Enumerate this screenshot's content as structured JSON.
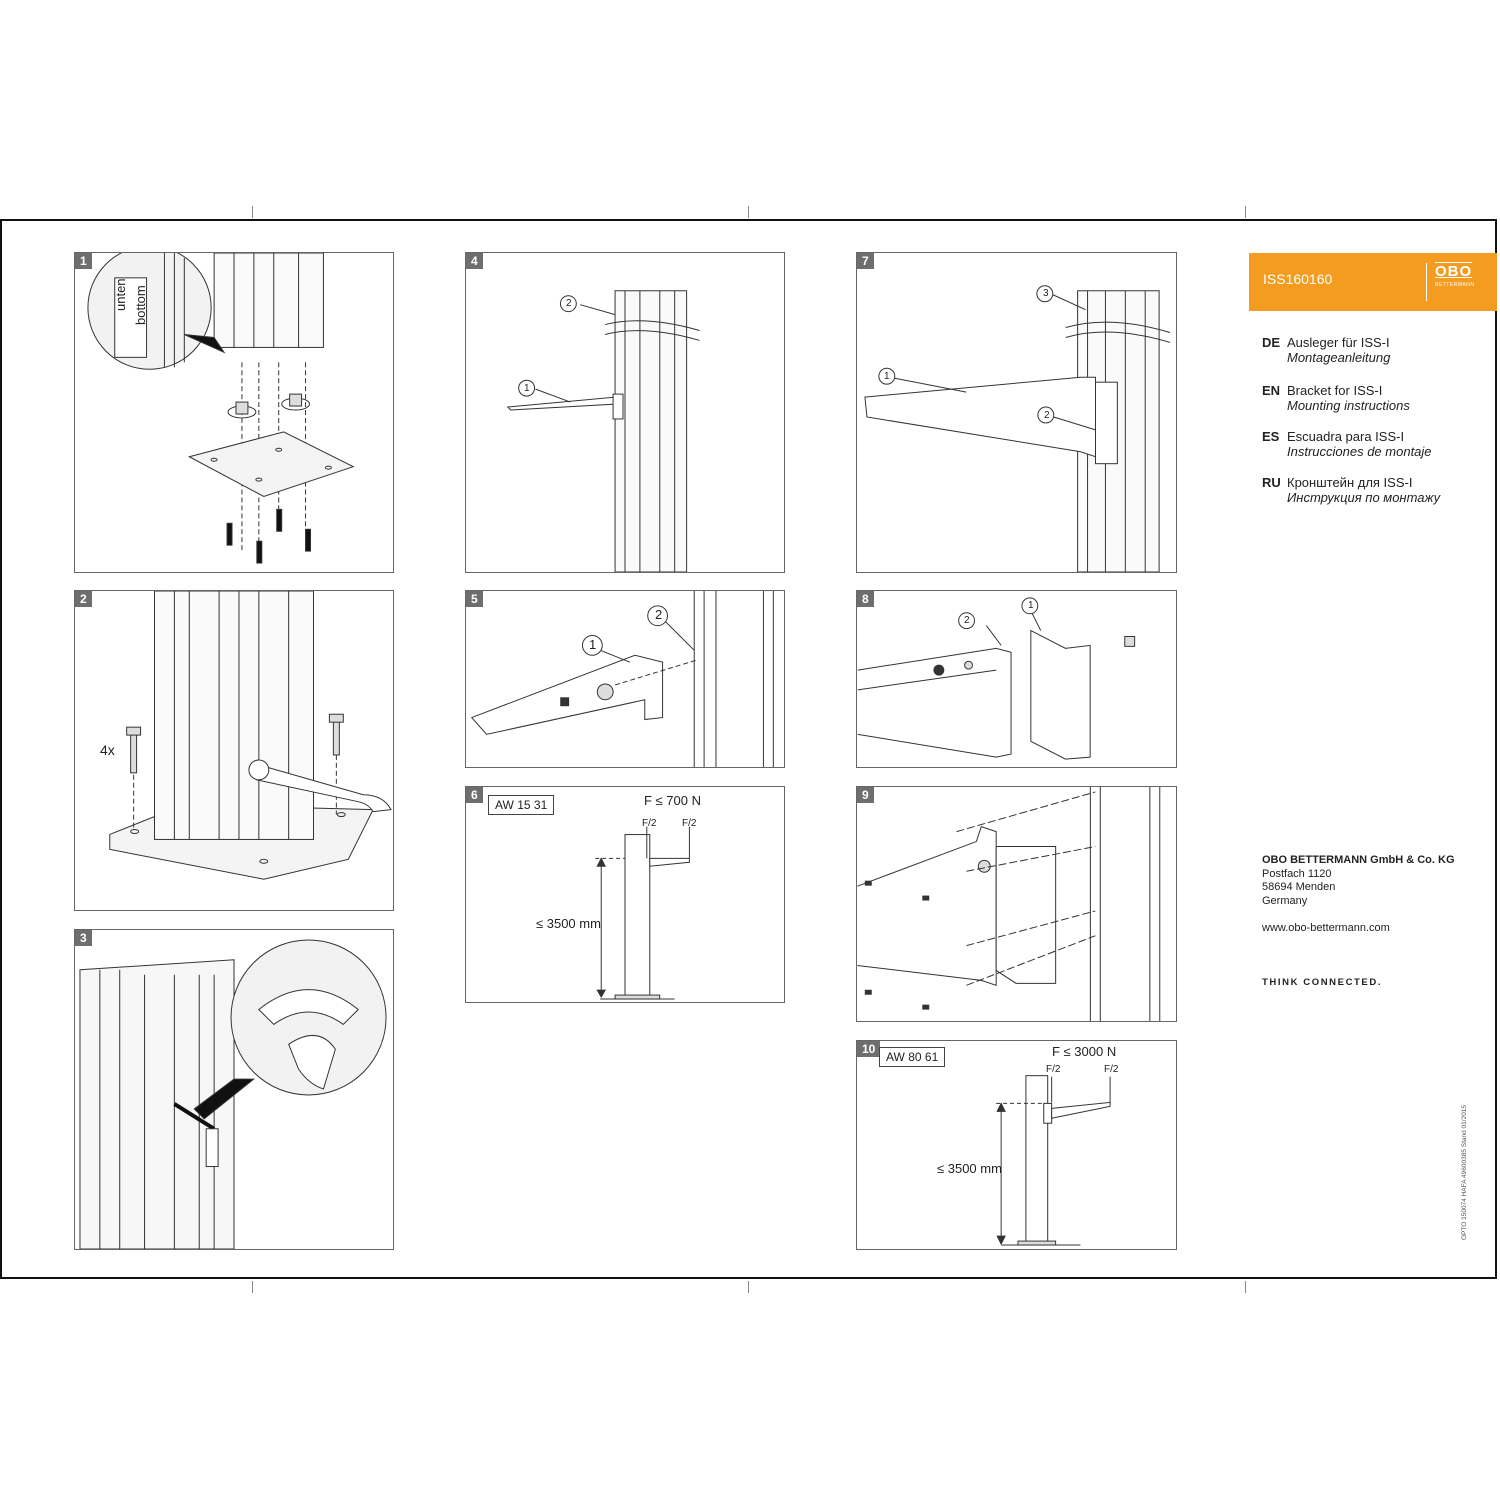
{
  "header": {
    "code": "ISS160160",
    "logo": "OBO",
    "logo_sub": "BETTERMANN"
  },
  "languages": [
    {
      "code": "DE",
      "title": "Ausleger für ISS-I",
      "subtitle": "Montageanleitung"
    },
    {
      "code": "EN",
      "title": "Bracket for ISS-I",
      "subtitle": "Mounting instructions"
    },
    {
      "code": "ES",
      "title": "Escuadra para ISS-I",
      "subtitle": "Instrucciones de montaje"
    },
    {
      "code": "RU",
      "title": "Кронштейн для ISS-I",
      "subtitle": "Инструкция по монтажу"
    }
  ],
  "address": {
    "company": "OBO BETTERMANN GmbH & Co. KG",
    "line1": "Postfach 1120",
    "line2": "58694 Menden",
    "line3": "Germany"
  },
  "website": "www.obo-bettermann.com",
  "slogan": "THINK CONNECTED.",
  "doc_ref": "OPTO 150074   HAFA 49600385   Stand 01/2015",
  "steps": {
    "s1": {
      "num": "1",
      "label_de": "unten",
      "label_en": "bottom"
    },
    "s2": {
      "num": "2",
      "qty": "4x"
    },
    "s3": {
      "num": "3"
    },
    "s4": {
      "num": "4",
      "c1": "1",
      "c2": "2"
    },
    "s5": {
      "num": "5",
      "c1": "1",
      "c2": "2"
    },
    "s6": {
      "num": "6",
      "code": "AW 15 31",
      "force": "F ≤ 700 N",
      "half": "F/2",
      "height": "≤ 3500 mm"
    },
    "s7": {
      "num": "7",
      "c1": "1",
      "c2": "2",
      "c3": "3"
    },
    "s8": {
      "num": "8",
      "c1": "1",
      "c2": "2"
    },
    "s9": {
      "num": "9"
    },
    "s10": {
      "num": "10",
      "code": "AW 80 61",
      "force": "F ≤ 3000 N",
      "half": "F/2",
      "height": "≤ 3500 mm"
    }
  }
}
